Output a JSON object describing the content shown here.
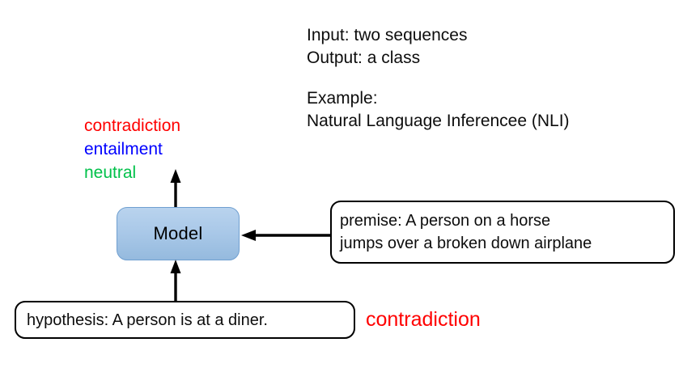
{
  "colors": {
    "contradiction": "#FF0000",
    "entailment": "#0000FF",
    "neutral": "#00C14A",
    "model_fill_top": "#B9D3EE",
    "model_fill_bottom": "#95BADE",
    "model_border": "#6F9FD0",
    "box_border": "#000000",
    "text": "#0D0D0D",
    "arrow": "#000000"
  },
  "task_description": {
    "input_line": "Input: two sequences",
    "output_line": "Output: a class",
    "example_heading": "Example:",
    "example_name": "Natural Language Inferencee (NLI)"
  },
  "class_labels": [
    {
      "label": "contradiction",
      "color": "#FF0000"
    },
    {
      "label": "entailment",
      "color": "#0000FF"
    },
    {
      "label": "neutral",
      "color": "#00C14A"
    }
  ],
  "model": {
    "label": "Model"
  },
  "premise_box": {
    "line1": "premise: A person on a horse",
    "line2": "jumps over a broken down airplane"
  },
  "hypothesis_box": {
    "line1": "hypothesis: A person is at a diner."
  },
  "prediction": {
    "label": "contradiction",
    "color": "#FF0000"
  },
  "arrows": [
    {
      "name": "model-to-output-arrow",
      "direction": "up"
    },
    {
      "name": "hypothesis-to-model-arrow",
      "direction": "up"
    },
    {
      "name": "premise-to-model-arrow",
      "direction": "left"
    }
  ]
}
